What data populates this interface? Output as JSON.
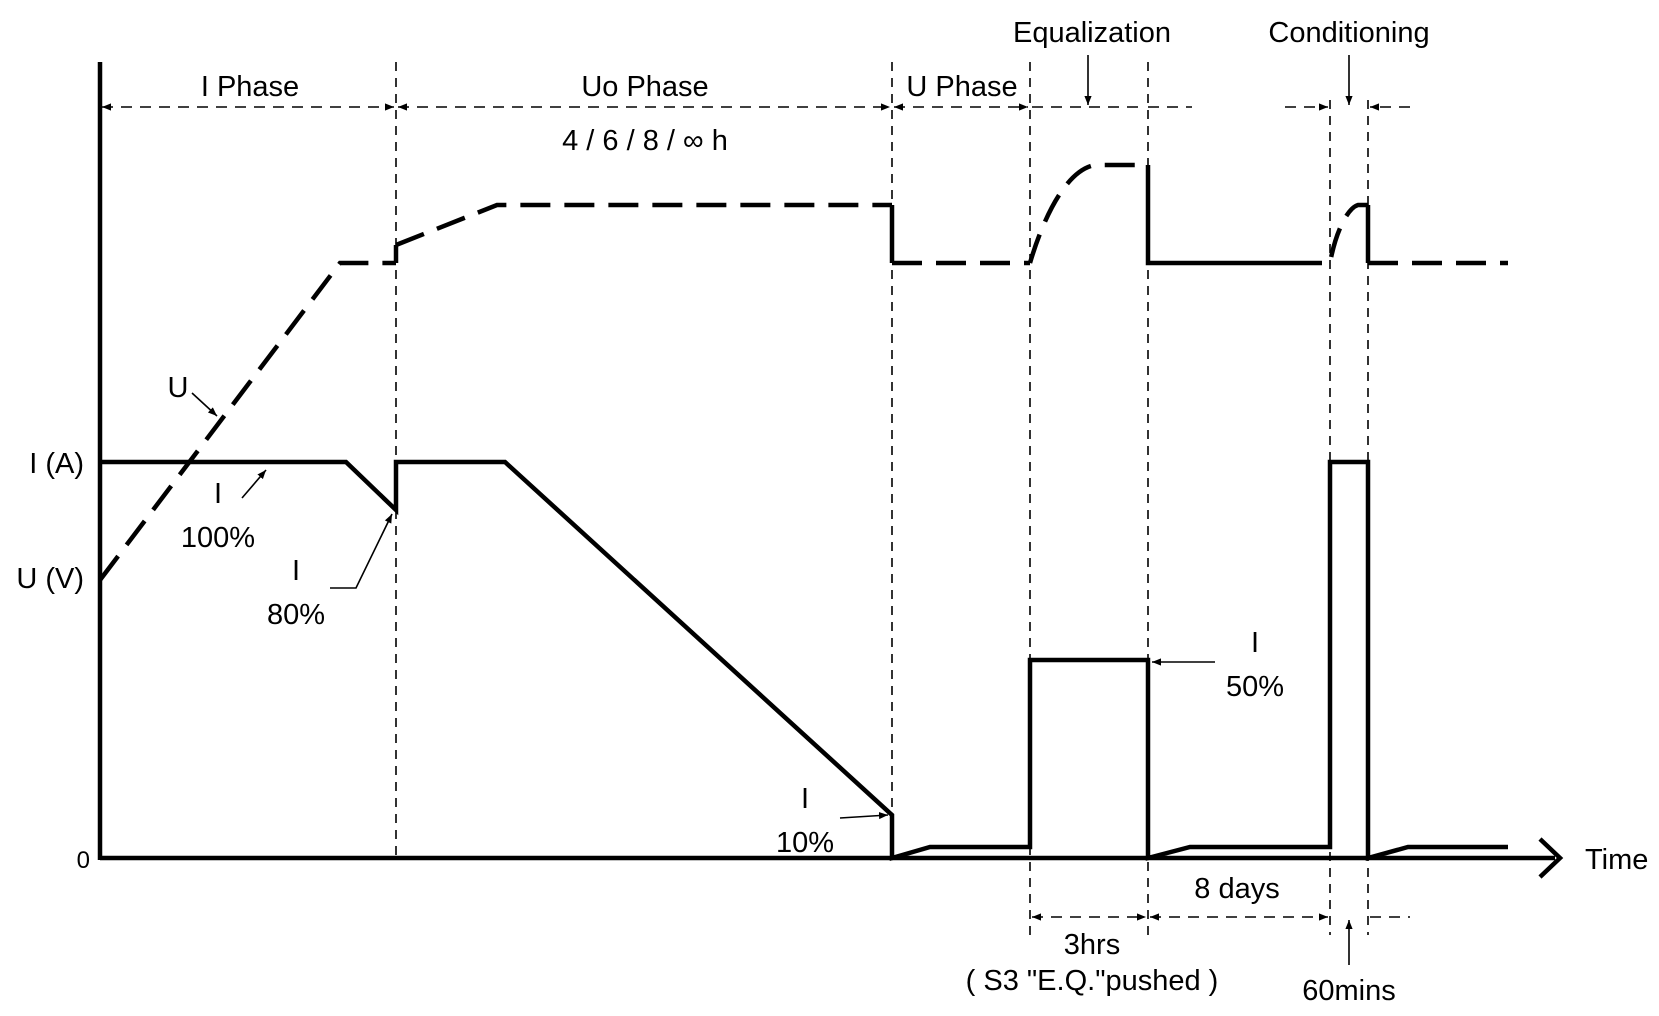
{
  "axes": {
    "x_label": "Time",
    "y_current": "I (A)",
    "y_voltage": "U (V)",
    "origin": "0"
  },
  "phases": {
    "i_phase": "I Phase",
    "uo_phase": "Uo Phase",
    "uo_duration": "4 / 6 / 8 / ∞ h",
    "u_phase": "U Phase",
    "equalization": "Equalization",
    "conditioning": "Conditioning"
  },
  "curves": {
    "u_label": "U",
    "i100_top": "I",
    "i100_bottom": "100%",
    "i80_top": "I",
    "i80_bottom": "80%",
    "i10_top": "I",
    "i10_bottom": "10%",
    "i50_top": "I",
    "i50_bottom": "50%"
  },
  "durations": {
    "eq_time": "3hrs",
    "eq_note": "( S3 \"E.Q.\"pushed )",
    "interval": "8 days",
    "cond_time": "60mins"
  },
  "colors": {
    "ink": "#000000",
    "background": "#ffffff"
  }
}
